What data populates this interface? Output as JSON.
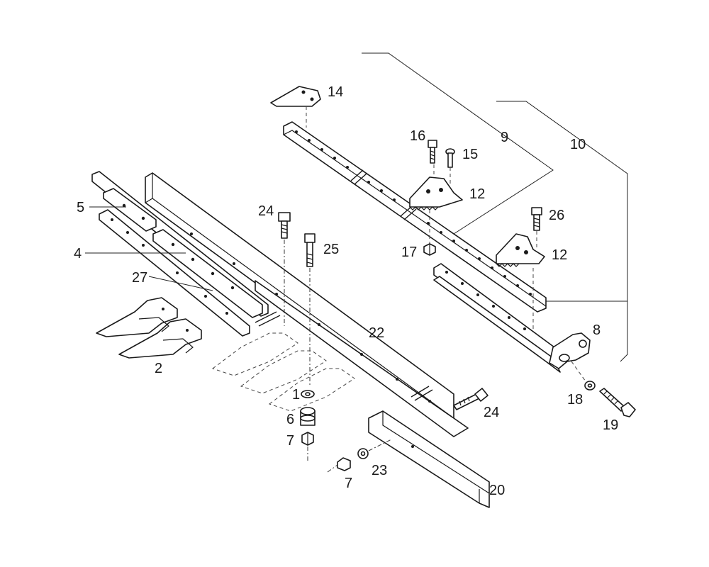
{
  "diagram": {
    "callouts": {
      "p1": "1",
      "p2": "2",
      "p4": "4",
      "p5": "5",
      "p6": "6",
      "p7a": "7",
      "p7b": "7",
      "p8": "8",
      "p9": "9",
      "p10": "10",
      "p12a": "12",
      "p12b": "12",
      "p14": "14",
      "p15": "15",
      "p16": "16",
      "p17": "17",
      "p18": "18",
      "p19": "19",
      "p20": "20",
      "p22": "22",
      "p23": "23",
      "p24a": "24",
      "p24b": "24",
      "p25": "25",
      "p26": "26",
      "p27": "27"
    }
  }
}
